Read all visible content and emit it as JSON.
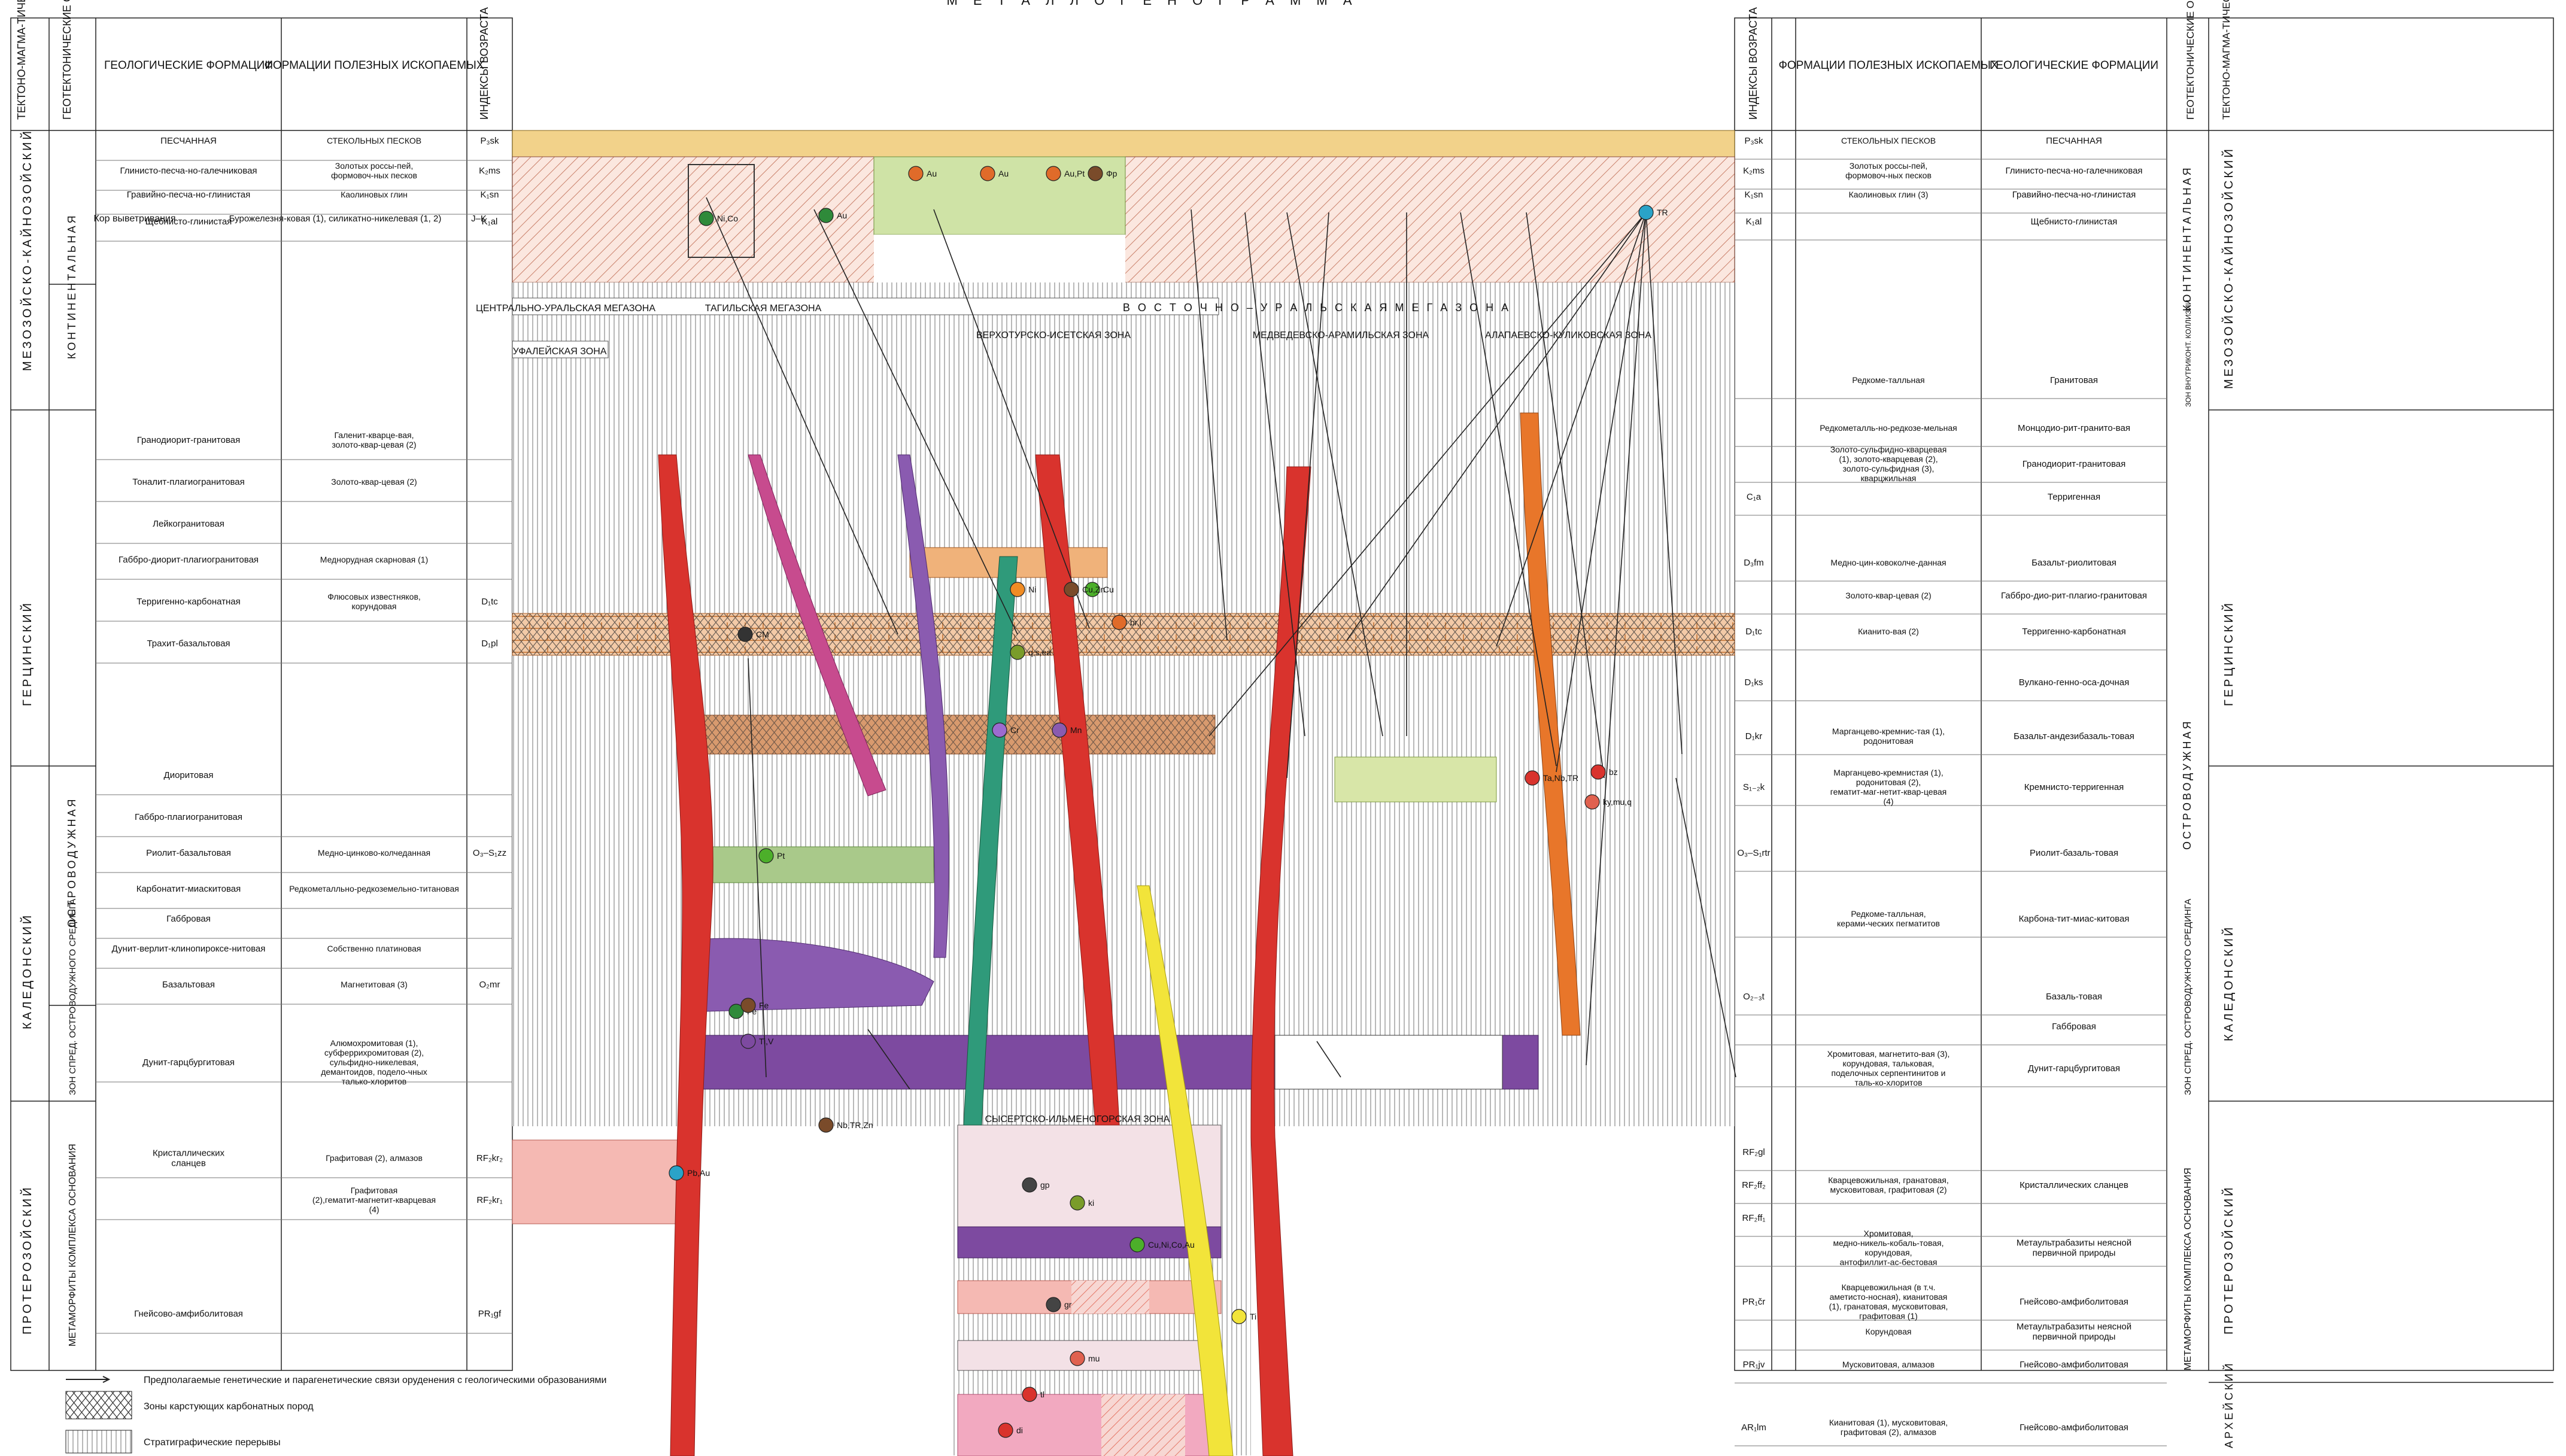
{
  "title": "М Е Т А Л Л О Г Е Н О Г Р А М М А",
  "left_headers": {
    "cycles": "ТЕКТОНО-МАГМА-ТИЧЕСКИЕ ЦИКЛЫ",
    "settings": "ГЕОТЕКТОНИЧЕСКИЕ ОБСТАНОВКИ",
    "geo_formations": "ГЕОЛОГИЧЕСКИЕ ФОРМАЦИИ",
    "ore_formations": "ФОРМАЦИИ ПОЛЕЗНЫХ ИСКОПАЕМЫХ",
    "age_index": "ИНДЕКСЫ ВОЗРАСТА"
  },
  "right_headers": {
    "age_index": "ИНДЕКСЫ ВОЗРАСТА",
    "ore_formations": "ФОРМАЦИИ ПОЛЕЗНЫХ ИСКОПАЕМЫХ",
    "geo_formations": "ГЕОЛОГИЧЕСКИЕ ФОРМАЦИИ",
    "settings": "ГЕОТЕКТОНИЧЕСКИЕ ОБСТАНОВКИ",
    "cycles": "ТЕКТОНО-МАГМА-ТИЧЕСКИЕ ЦИКЛЫ"
  },
  "left_cycles": [
    {
      "label": "МЕЗОЗОЙСКО-КАЙНОЗОЙСКИЙ"
    },
    {
      "label": "ГЕРЦИНСКИЙ"
    },
    {
      "label": "КАЛЕДОНСКИЙ"
    },
    {
      "label": "ПРОТЕРОЗОЙСКИЙ"
    }
  ],
  "left_settings": [
    {
      "label": "КОНТИНЕНТАЛЬНАЯ"
    },
    {
      "label": "ОСТРОВОДУЖНАЯ"
    },
    {
      "label": "ЗОН СПРЕД. ОСТРОВОДУЖНОГО СРЕДИНГА"
    },
    {
      "label": "МЕТАМОРФИТЫ КОМПЛЕКСА ОСНОВАНИЯ"
    }
  ],
  "left_rows": [
    {
      "geo": "ПЕСЧАННАЯ",
      "ore": "СТЕКОЛЬНЫХ ПЕСКОВ",
      "age": "P₃sk"
    },
    {
      "geo": "Глинисто-песча-но-галечниковая",
      "ore": "Золотых россы-пей, формовоч-ных песков",
      "age": "K₂ms"
    },
    {
      "geo": "Гравийно-песча-но-глинистая",
      "ore": "Каолиновых глин",
      "age": "K₁sn"
    },
    {
      "geo": "Щебнисто-глинистая",
      "ore": "",
      "age": "K₁al"
    },
    {
      "geo": "Гранодиорит-гранитовая",
      "ore": "Галенит-кварце-вая, золото-квар-цевая (2)",
      "age": ""
    },
    {
      "geo": "Тоналит-плагиогранитовая",
      "ore": "Золото-квар-цевая (2)",
      "age": ""
    },
    {
      "geo": "Лейкогранитовая",
      "ore": "",
      "age": ""
    },
    {
      "geo": "Габбро-диорит-плагиогранитовая",
      "ore": "Меднорудная скарновая (1)",
      "age": ""
    },
    {
      "geo": "Терригенно-карбонатная",
      "ore": "Флюсовых известняков, корундовая",
      "age": "D₁tc"
    },
    {
      "geo": "Трахит-базальтовая",
      "ore": "",
      "age": "D₁pl"
    },
    {
      "geo": "Диоритовая",
      "ore": "",
      "age": ""
    },
    {
      "geo": "Габбро-плагиогранитовая",
      "ore": "",
      "age": ""
    },
    {
      "geo": "Риолит-базальтовая",
      "ore": "Медно-цинково-колчеданная",
      "age": "O₃–S₁zz"
    },
    {
      "geo": "Карбонатит-миаскитовая",
      "ore": "Редкометалльно-редкоземельно-титановая",
      "age": ""
    },
    {
      "geo": "Габбровая",
      "ore": "",
      "age": ""
    },
    {
      "geo": "Дунит-верлит-клинопироксе-нитовая",
      "ore": "Собственно платиновая",
      "age": ""
    },
    {
      "geo": "Базальтовая",
      "ore": "Магнетитовая (3)",
      "age": "O₂mr"
    },
    {
      "geo": "Дунит-гарцбургитовая",
      "ore": "Алюмохромитовая (1), субферрихромитовая (2), сульфидно-никелевая, демантоидов, подело-чных талько-хлоритов",
      "age": ""
    },
    {
      "geo": "Кристаллических сланцев",
      "ore": "Графитовая (2), алмазов",
      "age": "RF₂kr₂"
    },
    {
      "geo": "",
      "ore": "Графитовая (2),гематит-магнетит-кварцевая (4)",
      "age": "RF₂kr₁"
    },
    {
      "geo": "Гнейсово-амфиболитовая",
      "ore": "",
      "age": "PR₁gf"
    }
  ],
  "left_extra": {
    "kor": "Кор выветривания",
    "kor_ore": "Бурожелезня-ковая (1), силикатно-никелевая (1, 2)",
    "jk": "J–K"
  },
  "right_rows": [
    {
      "age": "P₃sk",
      "ore": "СТЕКОЛЬНЫХ ПЕСКОВ",
      "geo": "ПЕСЧАННАЯ"
    },
    {
      "age": "K₂ms",
      "ore": "Золотых россы-пей, формовоч-ных песков",
      "geo": "Глинисто-песча-но-галечниковая"
    },
    {
      "age": "K₁sn",
      "ore": "Каолиновых глин (3)",
      "geo": "Гравийно-песча-но-глинистая"
    },
    {
      "age": "K₁al",
      "ore": "",
      "geo": "Щебнисто-глинистая"
    },
    {
      "age": "",
      "ore": "Редкоме-талльная",
      "geo": "Гранитовая"
    },
    {
      "age": "",
      "ore": "Редкометалль-но-редкозе-мельная",
      "geo": "Монцодио-рит-гранито-вая"
    },
    {
      "age": "",
      "ore": "Золото-сульфидно-кварцевая (1), золото-кварцевая (2), золото-сульфидная (3), кварцжильная",
      "geo": "Гранодиорит-гранитовая"
    },
    {
      "age": "C₁a",
      "ore": "",
      "geo": "Терригенная"
    },
    {
      "age": "D₃fm",
      "ore": "Медно-цин-ковоколче-данная",
      "geo": "Базальт-риолитовая"
    },
    {
      "age": "",
      "ore": "Золото-квар-цевая (2)",
      "geo": "Габбро-дио-рит-плагио-гранитовая"
    },
    {
      "age": "D₁tc",
      "ore": "Кианито-вая (2)",
      "geo": "Терригенно-карбонатная"
    },
    {
      "age": "D₁ks",
      "ore": "",
      "geo": "Вулкано-генно-оса-дочная"
    },
    {
      "age": "D₁kr",
      "ore": "Марганцево-кремнис-тая (1), родонитовая",
      "geo": "Базальт-андезибазаль-товая"
    },
    {
      "age": "S₁₋₂k",
      "ore": "Марганцево-кремнистая (1), родонитовая (2), гематит-маг-нетит-квар-цевая (4)",
      "geo": "Кремнисто-терригенная"
    },
    {
      "age": "O₃–S₁rtr",
      "ore": "",
      "geo": "Риолит-базаль-товая"
    },
    {
      "age": "",
      "ore": "Редкоме-талльная, керами-ческих пегматитов",
      "geo": "Карбона-тит-миас-китовая"
    },
    {
      "age": "O₂₋₃t",
      "ore": "",
      "geo": "Базаль-товая"
    },
    {
      "age": "",
      "ore": "",
      "geo": "Габбровая"
    },
    {
      "age": "",
      "ore": "Хромитовая, магнетито-вая (3), корундовая, тальковая, поделочных серпентинитов и таль-ко-хлоритов",
      "geo": "Дунит-гарцбургитовая"
    },
    {
      "age": "RF₂gl",
      "ore": "",
      "geo": ""
    },
    {
      "age": "RF₂ff₂",
      "ore": "Кварцевожильная, гранатовая, мусковитовая, графитовая (2)",
      "geo": "Кристаллических сланцев"
    },
    {
      "age": "RF₂ff₁",
      "ore": "",
      "geo": ""
    },
    {
      "age": "",
      "ore": "Хромитовая, медно-никель-кобаль-товая, корундовая, антофиллит-ас-бестовая",
      "geo": "Метаультрабазиты неясной первичной природы"
    },
    {
      "age": "PR₁čr",
      "ore": "Кварцевожильная (в т.ч. аметисто-носная), кианитовая (1), гранатовая, мусковитовая, графитовая (1)",
      "geo": "Гнейсово-амфиболитовая"
    },
    {
      "age": "",
      "ore": "Корундовая",
      "geo": "Метаультрабазиты неясной первичной природы"
    },
    {
      "age": "PR₁jv",
      "ore": "Мусковитовая, алмазов",
      "geo": "Гнейсово-амфиболитовая"
    },
    {
      "age": "AR₁lm",
      "ore": "Кианитовая (1), мусковитовая, графитовая (2), алмазов",
      "geo": "Гнейсово-амфиболитовая"
    }
  ],
  "right_cycles": [
    {
      "label": "МЕЗОЗОЙСКО-КАЙНОЗОЙСКИЙ"
    },
    {
      "label": "ГЕРЦИНСКИЙ"
    },
    {
      "label": "КАЛЕДОНСКИЙ"
    },
    {
      "label": "ПРОТЕРОЗОЙСКИЙ"
    },
    {
      "label": "АРХЕЙСКИЙ"
    }
  ],
  "right_settings": [
    {
      "label": "КОНТИНЕНТАЛЬНАЯ"
    },
    {
      "label": "ЗОН ВНУТРИКОНТ. КОЛЛИЗИИ"
    },
    {
      "label": "ОСТРОВОДУЖНАЯ"
    },
    {
      "label": "ЗОН СПРЕД. ОСТРОВОДУЖНОГО СРЕДИНГА"
    },
    {
      "label": "МЕТАМОРФИТЫ КОМПЛЕКСА ОСНОВАНИЯ"
    }
  ],
  "zones": {
    "central": "ЦЕНТРАЛЬНО-УРАЛЬСКАЯ МЕГАЗОНА",
    "ufaley": "УФАЛЕЙСКАЯ ЗОНА",
    "tagil": "ТАГИЛЬСКАЯ МЕГАЗОНА",
    "east": "В О С Т О Ч Н О – У Р А Л Ь С К А Я   М Е Г А З О Н А",
    "verkhoturye": "ВЕРХОТУРСКО-ИСЕТСКАЯ ЗОНА",
    "medvedevo": "МЕДВЕДЕВСКО-АРАМИЛЬСКАЯ ЗОНА",
    "alapaevsk": "АЛАПАЕВСКО-КУЛИКОВСКАЯ ЗОНА",
    "sysert": "СЫСЕРТСКО-ИЛЬМЕНОГОРСКАЯ ЗОНА"
  },
  "legend": [
    {
      "text": "Предполагаемые генетические и парагенетические связи оруденения с геологическими образованиями"
    },
    {
      "text": "Зоны карстующих карбонатных пород"
    },
    {
      "text": "Стратиграфические перерывы"
    }
  ],
  "center_labels": [
    "Au",
    "Au",
    "Au,Pt",
    "Фр",
    "Au",
    "Cu",
    "Ni",
    "Cu,Zn",
    "Ni,Co",
    "q,s,ea",
    "Mn",
    "Fe",
    "Cr",
    "Ti,V",
    "Nb,TR,Zn",
    "ТR",
    "Ta,Nb,TR",
    "ky,mu,q",
    "bz",
    "br,l",
    "mu",
    "gr",
    "di",
    "ki",
    "Pt",
    "Cu,Ni,Co,Au",
    "CM",
    "Pb,Au",
    "Fe",
    "Ti",
    "gp",
    "tl"
  ],
  "colors": {
    "sand": "#f2d28a",
    "crust": "#e9b8a8",
    "green": "#cfe3a6",
    "orange": "#f0b27a",
    "purple": "#7d4aa0",
    "red": "#d9332d",
    "pink": "#f5b9b3",
    "tan": "#e6c7b0",
    "teal": "#2f9a7a",
    "yellow": "#f2e43a"
  }
}
